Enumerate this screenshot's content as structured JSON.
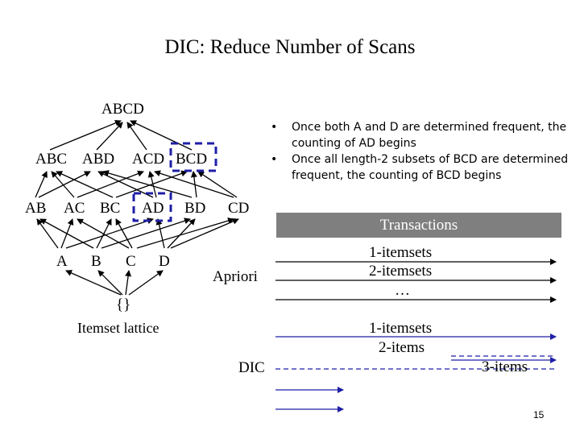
{
  "title": "DIC: Reduce Number of Scans",
  "lattice": {
    "top": "ABCD",
    "level3": [
      "ABC",
      "ABD",
      "ACD",
      "BCD"
    ],
    "level2": [
      "AB",
      "AC",
      "BC",
      "AD",
      "BD",
      "CD"
    ],
    "level1": [
      "A",
      "B",
      "C",
      "D"
    ],
    "empty": "{}",
    "caption": "Itemset lattice"
  },
  "bullets": [
    "Once both A and D are determined frequent, the counting of AD begins",
    "Once all length-2 subsets of BCD are determined frequent, the counting of BCD begins"
  ],
  "bullet_glyph": "•",
  "transactions_label": "Transactions",
  "apriori": {
    "label": "Apriori",
    "scans": [
      "1-itemsets",
      "2-itemsets",
      "…"
    ]
  },
  "dic": {
    "label": "DIC",
    "scans": [
      "1-itemsets",
      "2-items",
      "3-items"
    ]
  },
  "page_number": "15",
  "colors": {
    "highlight": "#1f1fa8",
    "bar": "#7f7f7f"
  }
}
